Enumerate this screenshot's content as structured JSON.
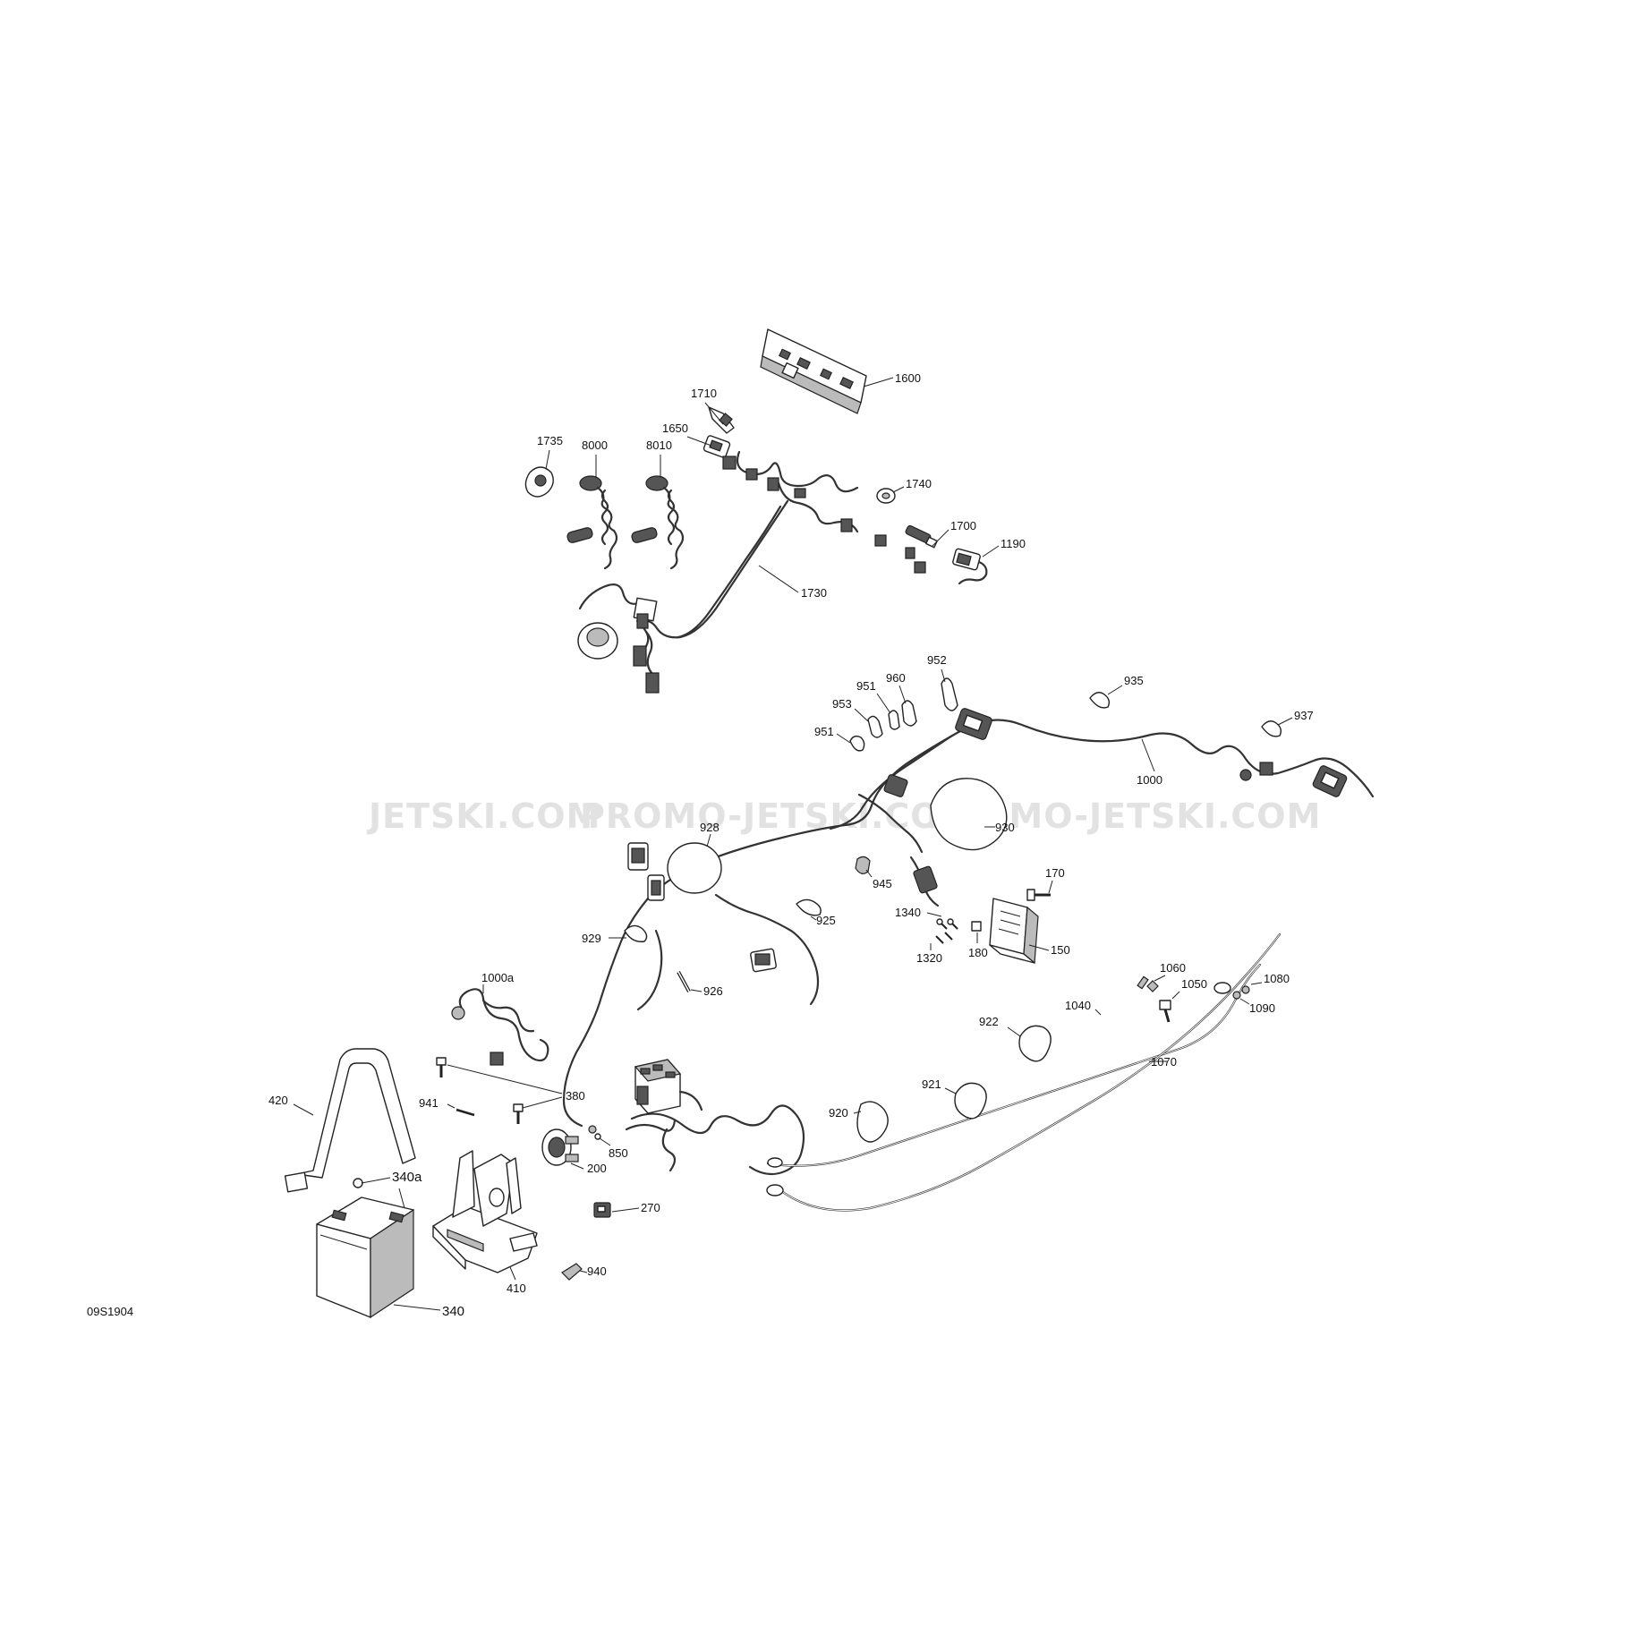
{
  "watermarks": [
    "JETSKI.COM",
    "PROMO-JETSKI.COM",
    "PROMO-JETSKI.COM"
  ],
  "drawing_ref": "09S1904",
  "callouts": {
    "c1600": "1600",
    "c1710": "1710",
    "c1650": "1650",
    "c1735": "1735",
    "c8000": "8000",
    "c8010": "8010",
    "c1740": "1740",
    "c1700": "1700",
    "c1190": "1190",
    "c1730": "1730",
    "c952": "952",
    "c951a": "951",
    "c960": "960",
    "c953": "953",
    "c951b": "951",
    "c935": "935",
    "c937": "937",
    "c1000": "1000",
    "c930": "930",
    "c928": "928",
    "c945": "945",
    "c170": "170",
    "c1340": "1340",
    "c1320": "1320",
    "c180": "180",
    "c150": "150",
    "c925": "925",
    "c929": "929",
    "c926": "926",
    "c1000a": "1000a",
    "c1060": "1060",
    "c1050": "1050",
    "c1080": "1080",
    "c1090": "1090",
    "c1040": "1040",
    "c922": "922",
    "c921": "921",
    "c920": "920",
    "c1070": "1070",
    "c380": "380",
    "c941": "941",
    "c420": "420",
    "c340a": "340a",
    "c850": "850",
    "c200": "200",
    "c270": "270",
    "c940": "940",
    "c410": "410",
    "c340": "340"
  }
}
